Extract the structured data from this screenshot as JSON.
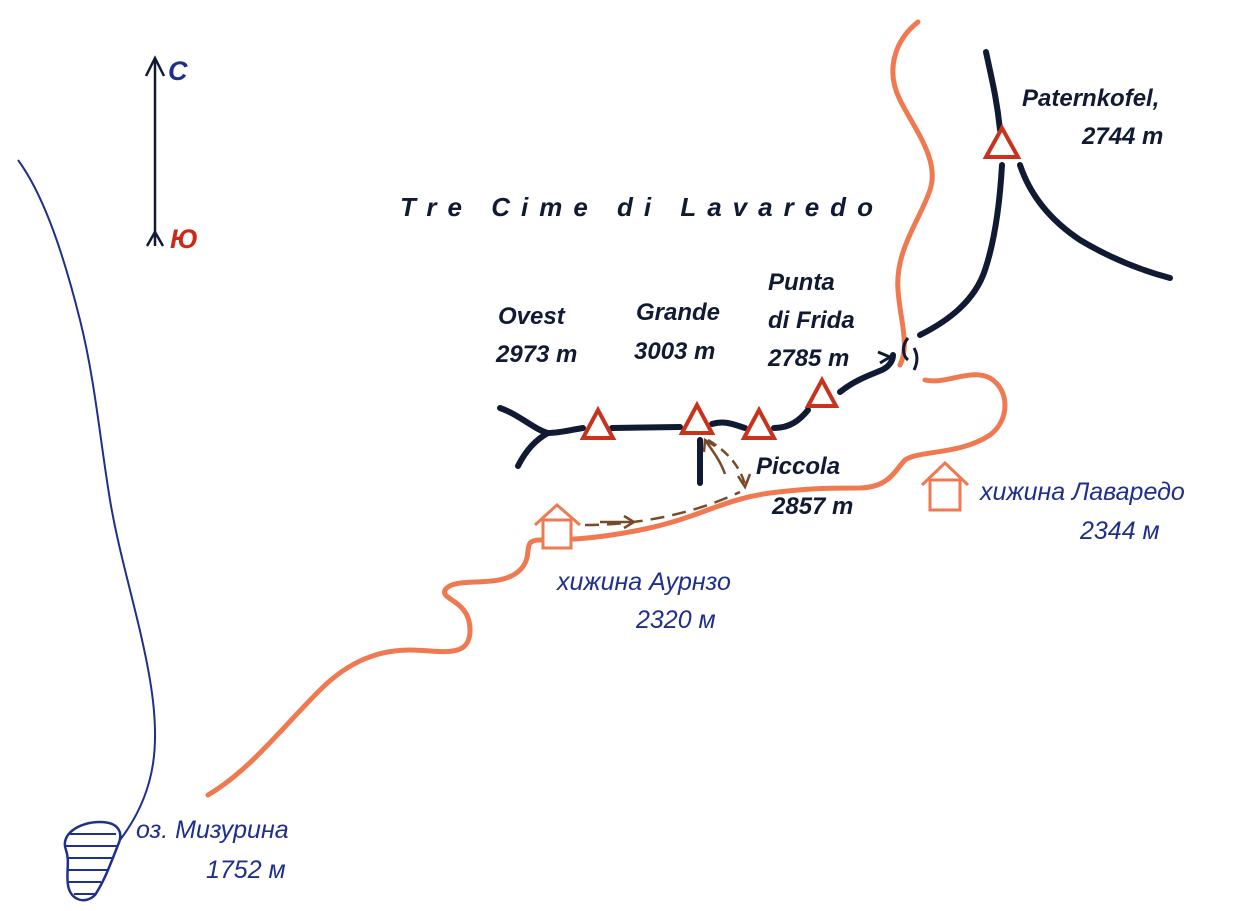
{
  "compass": {
    "north": "С",
    "south": "Ю"
  },
  "massif_title": "Tre Cime di Lavaredo",
  "peaks": {
    "ovest": {
      "name": "Ovest",
      "elevation": "2973 m"
    },
    "grande": {
      "name": "Grande",
      "elevation": "3003 m"
    },
    "piccola": {
      "name": "Piccola",
      "elevation": "2857 m"
    },
    "punta_di_frida": {
      "name_line1": "Punta",
      "name_line2": "di Frida",
      "elevation": "2785 m"
    },
    "paternkofel": {
      "name": "Paternkofel,",
      "elevation": "2744 m"
    }
  },
  "huts": {
    "auronzo": {
      "name": "хижина Аурнзо",
      "elevation": "2320 м"
    },
    "lavaredo": {
      "name": "хижина Лаваредо",
      "elevation": "2344 м"
    }
  },
  "lake": {
    "name": "оз. Мизурина",
    "elevation": "1752 м"
  },
  "colors": {
    "ridge": "#111a33",
    "road": "#ef7a52",
    "stream": "#1e2f8c",
    "peak_marker": "#c8331e",
    "hut": "#ef7a52",
    "walk_path": "#7a4a28",
    "compass_north": "#1e2f8c",
    "compass_south": "#cc2a18"
  }
}
